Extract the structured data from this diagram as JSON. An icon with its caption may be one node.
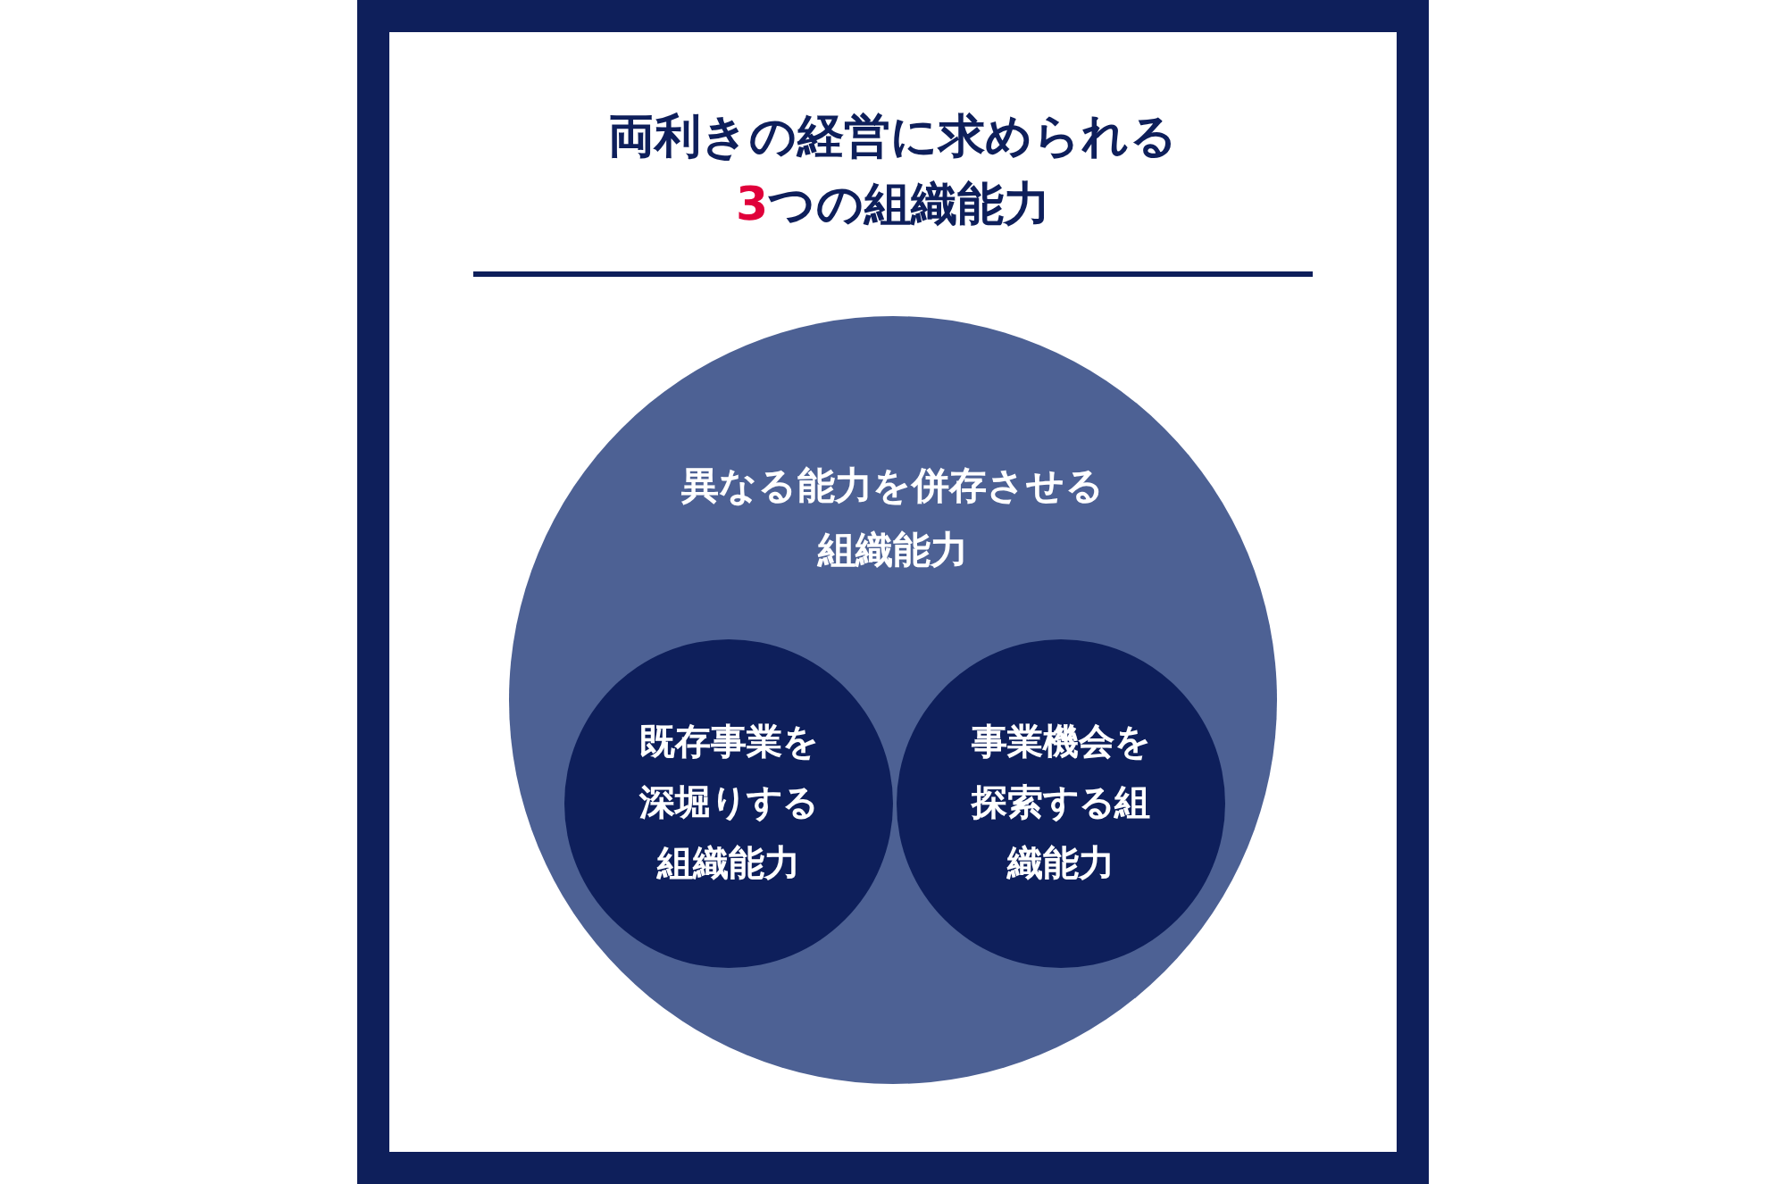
{
  "diagram": {
    "title": "両利きの経営に求められる3つの組織能力",
    "nodes": [
      {
        "text": [
          "異なる能力を併存させる組織能力"
        ]
      },
      {
        "text": [
          "既存事業を深堀りする組織能力"
        ],
        "in": 0
      },
      {
        "text": [
          "事業機会を探索する組織能力"
        ],
        "in": 0
      }
    ]
  }
}
